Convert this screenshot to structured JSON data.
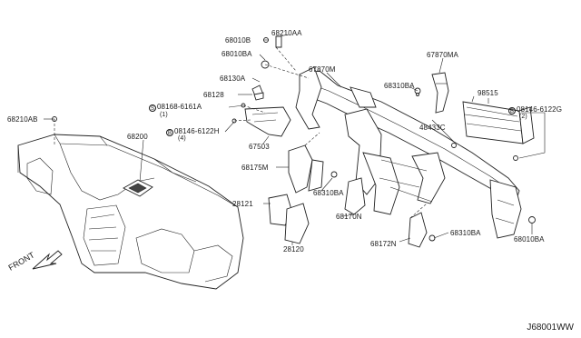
{
  "diagram_id": "J68001WW",
  "front_label": "FRONT",
  "parts": {
    "p68010B": "68010B",
    "p68210AA": "68210AA",
    "p68010BA_top": "68010BA",
    "p68130A": "68130A",
    "p68128": "68128",
    "p08168": "08168-6161A",
    "p08168_qty": "(1)",
    "p08146_left": "08146-6122H",
    "p08146_left_qty": "(4)",
    "p67870M": "67870M",
    "p67870MA": "67870MA",
    "p68310BA_top": "68310BA",
    "p98515": "98515",
    "p48433C": "48433C",
    "p08146_right": "08146-6122G",
    "p08146_right_qty": "(2)",
    "p68210AB": "68210AB",
    "p68200": "68200",
    "p67503": "67503",
    "p68175M": "68175M",
    "p68310BA_mid": "68310BA",
    "p28121": "28121",
    "p68170N": "68170N",
    "p28120": "28120",
    "p68172N": "68172N",
    "p68310BA_bot": "68310BA",
    "p68010BA_right": "68010BA"
  },
  "prefix_symbols": {
    "s_circle": "S",
    "b_circle": "B"
  }
}
